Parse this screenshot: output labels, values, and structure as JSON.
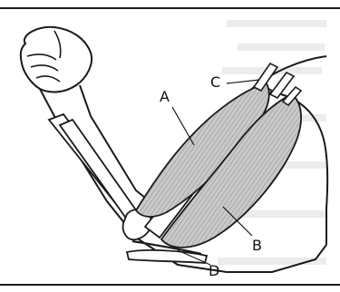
{
  "labels": {
    "a": "A",
    "b": "B",
    "c": "C",
    "d": "D"
  },
  "colors": {
    "stroke": "#1a1a1a",
    "muscle_fill": "#bdbdbd",
    "background": "#ffffff",
    "faint_text": "#e7e7e7"
  }
}
